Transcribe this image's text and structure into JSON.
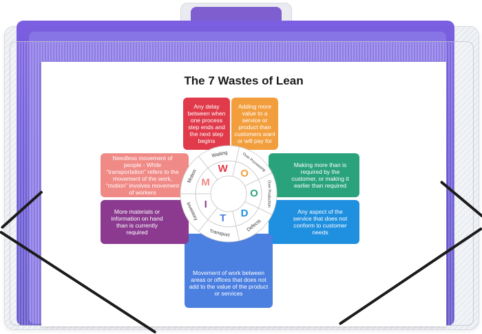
{
  "poster": {
    "title": "The 7 Wastes of Lean",
    "cards": [
      {
        "key": "waiting",
        "text": "Any delay between when one process step ends and the next step begins",
        "color": "#e03a4b"
      },
      {
        "key": "over_processing",
        "text": "Adding more value to a service or product than customers want or will pay for",
        "color": "#f29e3d"
      },
      {
        "key": "over_production",
        "text": "Making more than is required by the customer, or making it earlier than required",
        "color": "#2aa37d"
      },
      {
        "key": "defects",
        "text": "Any aspect of the service that does not conform to customer needs",
        "color": "#1f8fe0"
      },
      {
        "key": "transport",
        "text": "Movement of work between areas or offices that does not add to the value of the product or services",
        "color": "#4b7fe0"
      },
      {
        "key": "inventory",
        "text": "More materials or information on hand than is currently required",
        "color": "#8b3a8f"
      },
      {
        "key": "motion",
        "text": "Needless movement of people - While “transportation” refers to the movement of the work, “motion” involves movement of workers",
        "color": "#f08a86"
      }
    ],
    "wheel": {
      "segments": [
        "Waiting",
        "Over Processing",
        "Over Production",
        "Defects",
        "Transport",
        "Inventory",
        "Motion"
      ],
      "letters": [
        "W",
        "O",
        "O",
        "D",
        "T",
        "I",
        "M"
      ],
      "colors": [
        "#e03a4b",
        "#f29e3d",
        "#2aa37d",
        "#1f8fe0",
        "#4b7fe0",
        "#8b3a8f",
        "#f08a86"
      ]
    }
  }
}
